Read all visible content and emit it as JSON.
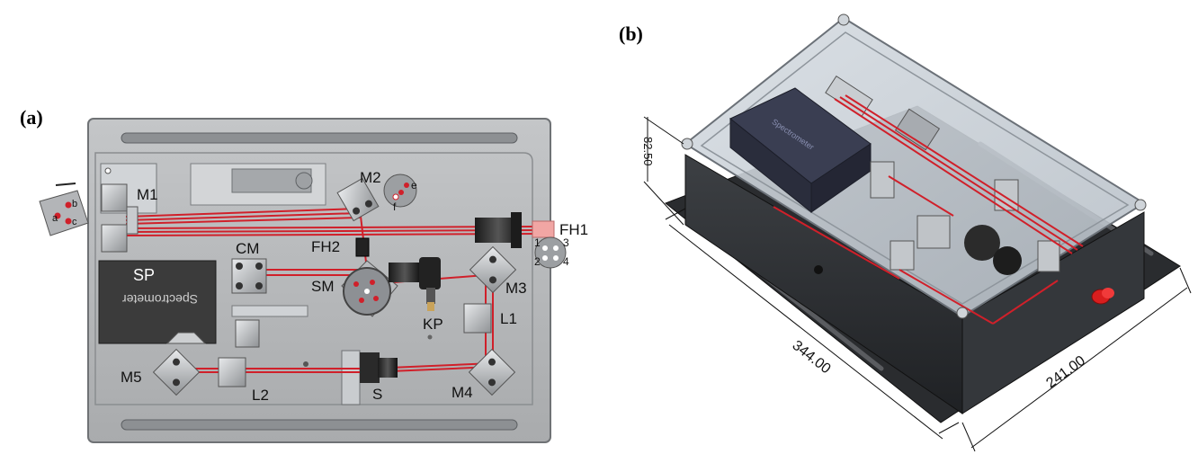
{
  "panels": {
    "a": {
      "label": "(a)",
      "components": {
        "m1": "M1",
        "m2": "M2",
        "m3": "M3",
        "m4": "M4",
        "m5": "M5",
        "cm": "CM",
        "fh1": "FH1",
        "fh2": "FH2",
        "sm": "SM",
        "kp": "KP",
        "l1": "L1",
        "l2": "L2",
        "s": "S",
        "sp": "SP"
      },
      "spectrometer_text": "Spectrometer",
      "fiber_bundle_markers": {
        "a": "a",
        "b": "b",
        "c": "c"
      },
      "m2_spot_markers": {
        "e": "e",
        "f": "f"
      },
      "fh1_port_numbers": [
        "1",
        "3",
        "2",
        "4"
      ]
    },
    "b": {
      "label": "(b)",
      "spectrometer_text": "Spectrometer",
      "dimensions": {
        "length": "344.00",
        "width": "241.00",
        "height": "82.50"
      }
    }
  },
  "colors": {
    "beam": "#d0202a",
    "plate": "#b9bbbd",
    "plate_edge": "#6f7275",
    "enclosure_dark": "#2c2e31",
    "lid": "#cfd6dd",
    "spectrometer_box": "#3a3e52"
  }
}
